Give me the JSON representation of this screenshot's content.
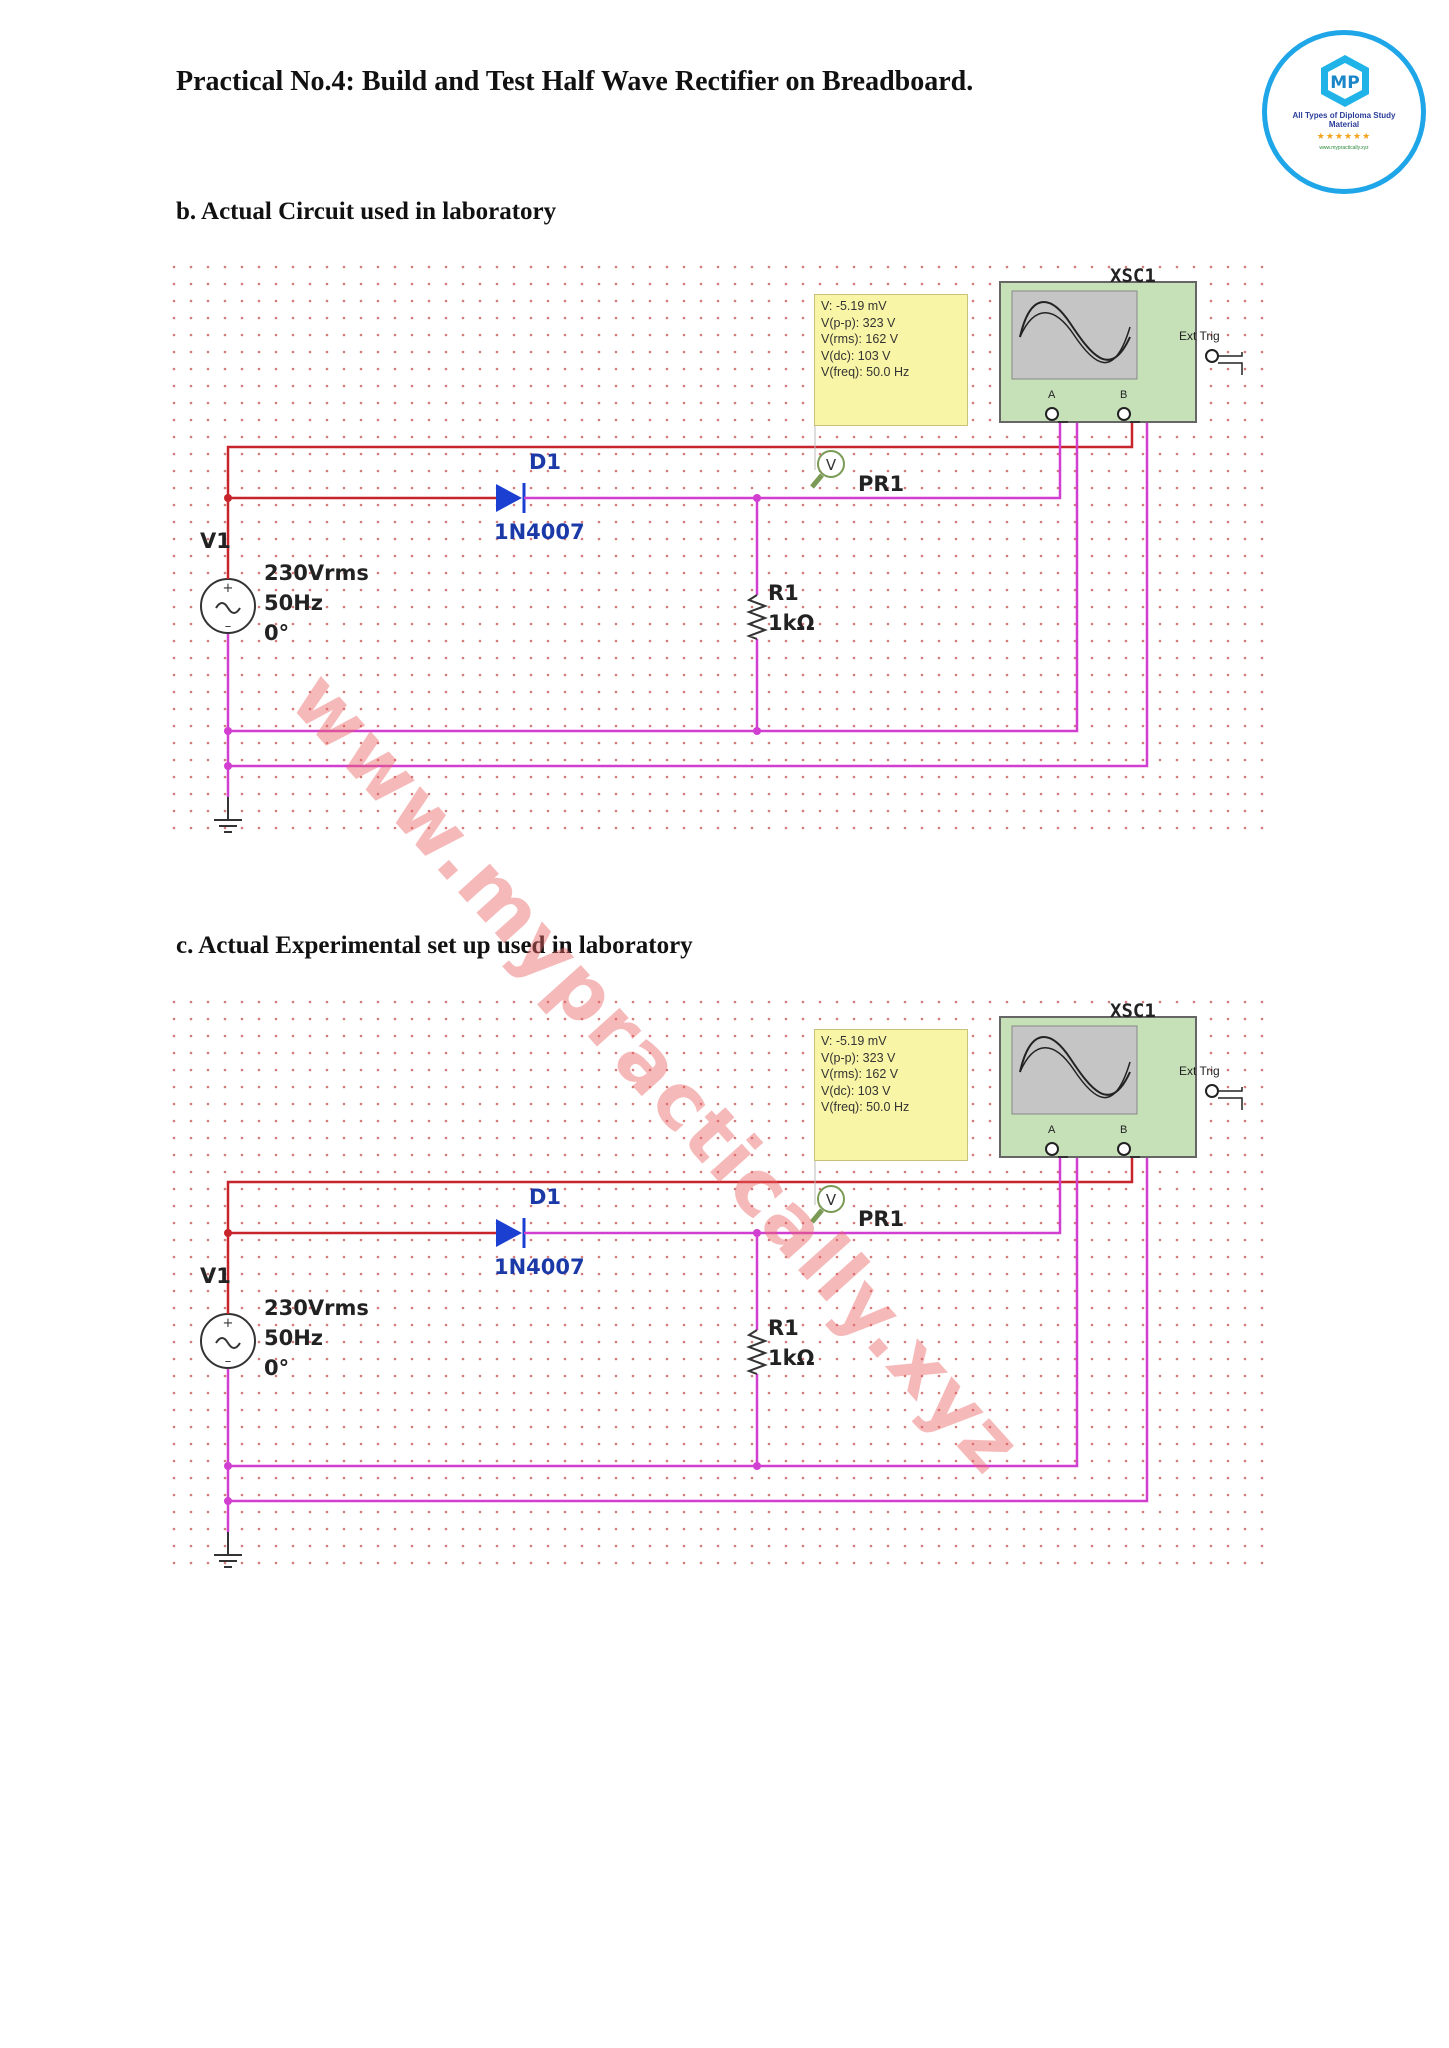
{
  "page": {
    "title": "Practical No.4: Build and Test Half Wave Rectifier on Breadboard.",
    "watermark": "www.mypractically.xyz"
  },
  "logo": {
    "text": "All Types of Diploma Study Material",
    "stars": "★★★★★★",
    "url": "www.mypractically.xyz"
  },
  "sections": [
    {
      "heading": "b. Actual Circuit used in laboratory",
      "circuit": {
        "source": {
          "name": "V1",
          "voltage": "230Vrms",
          "frequency": "50Hz",
          "phase": "0°"
        },
        "diode": {
          "name": "D1",
          "model": "1N4007"
        },
        "resistor": {
          "name": "R1",
          "value": "1kΩ"
        },
        "probe": {
          "name": "PR1",
          "readings": [
            "V: -5.19 mV",
            "V(p-p): 323 V",
            "V(rms): 162 V",
            "V(dc): 103 V",
            "V(freq): 50.0 Hz"
          ]
        },
        "oscilloscope": {
          "name": "XSC1",
          "trigger": "Ext Trig",
          "channel_a": "A",
          "channel_b": "B"
        }
      }
    },
    {
      "heading": "c. Actual Experimental set up used in laboratory",
      "circuit": {
        "source": {
          "name": "V1",
          "voltage": "230Vrms",
          "frequency": "50Hz",
          "phase": "0°"
        },
        "diode": {
          "name": "D1",
          "model": "1N4007"
        },
        "resistor": {
          "name": "R1",
          "value": "1kΩ"
        },
        "probe": {
          "name": "PR1",
          "readings": [
            "V: -5.19 mV",
            "V(p-p): 323 V",
            "V(rms): 162 V",
            "V(dc): 103 V",
            "V(freq): 50.0 Hz"
          ]
        },
        "oscilloscope": {
          "name": "XSC1",
          "trigger": "Ext Trig",
          "channel_a": "A",
          "channel_b": "B"
        }
      }
    }
  ],
  "colors": {
    "live_wire": "#c8242b",
    "signal_wire": "#d13fd1",
    "probe_fill": "#f9f5a6",
    "scope_fill": "#c6e0b8",
    "diode": "#1b3fd1"
  }
}
